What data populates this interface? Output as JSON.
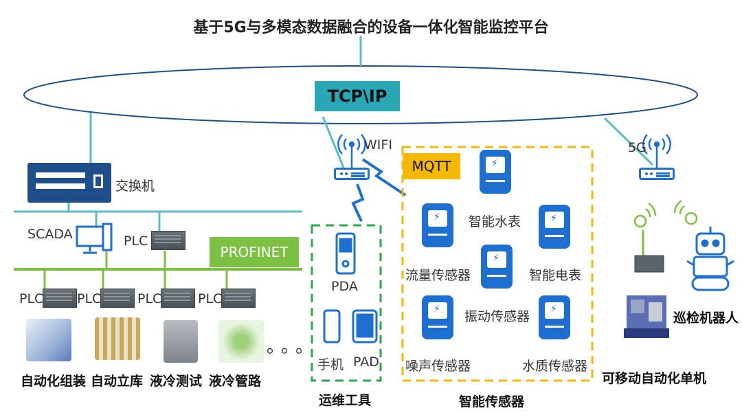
{
  "title": "基于5G与多模态数据融合的设备一体化智能监控平台",
  "network": {
    "ring_label": "TCP\\IP",
    "wifi_label": "WIFI",
    "fiveg_label": "5G"
  },
  "left": {
    "switch_label": "交换机",
    "scada_label": "SCADA",
    "plc_top_label": "PLC",
    "profinet_label": "PROFINET",
    "plc_labels": [
      "PLC",
      "PLC",
      "PLC",
      "PLC"
    ],
    "equipment": [
      "自动化组装",
      "自动立库",
      "液冷测试",
      "液冷管路"
    ],
    "ellipsis": "。。。"
  },
  "tools": {
    "pda_label": "PDA",
    "phone_label": "手机",
    "pad_label": "PAD",
    "caption": "运维工具"
  },
  "sensors": {
    "mqtt_label": "MQTT",
    "items": [
      "智能水表",
      "流量传感器",
      "智能电表",
      "振动传感器",
      "噪声传感器",
      "水质传感器"
    ],
    "caption": "智能传感器"
  },
  "mobile": {
    "robot_label": "巡检机器人",
    "caption": "可移动自动化单机"
  },
  "colors": {
    "ring": "#1f4e8c",
    "teal": "#2aa7b5",
    "green": "#7cc143",
    "blue": "#1f6fd1",
    "gold": "#f5b800",
    "cyan_line": "#5bbcc8"
  }
}
